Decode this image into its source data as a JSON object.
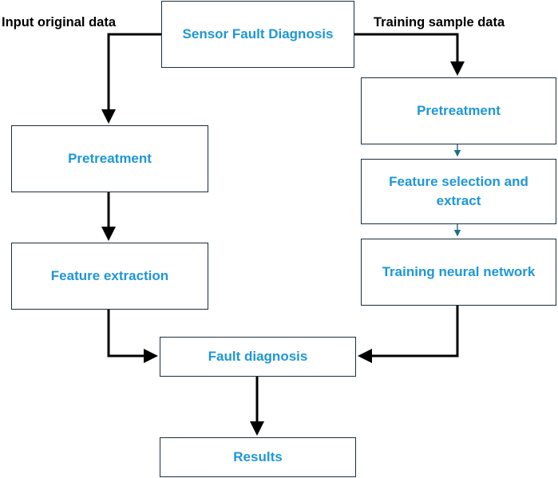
{
  "labels": {
    "input": "Input original data",
    "training": "Training sample data"
  },
  "boxes": {
    "top": "Sensor Fault Diagnosis",
    "left_pretreatment": "Pretreatment",
    "left_feature": "Feature extraction",
    "right_pretreatment": "Pretreatment",
    "right_selection": "Feature selection and extract",
    "right_training": "Training neural network",
    "fault": "Fault diagnosis",
    "results": "Results"
  },
  "colors": {
    "box_text": "#1e97d6",
    "border": "#1a2e3f",
    "arrow_main": "#000000",
    "arrow_thin": "#1f6d8c"
  }
}
